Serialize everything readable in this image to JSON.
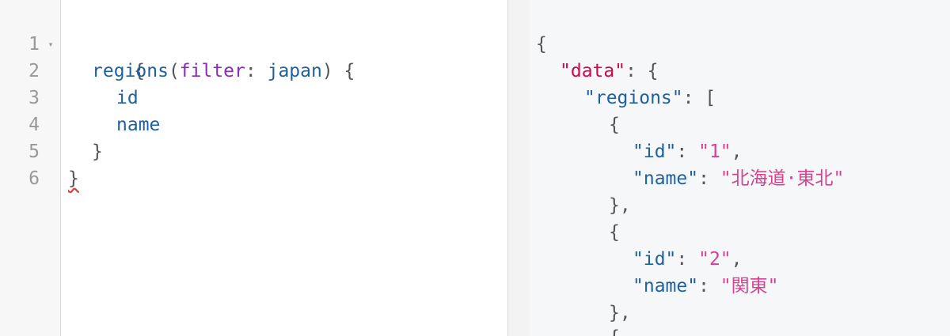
{
  "query_editor": {
    "line_numbers": [
      "1",
      "2",
      "3",
      "4",
      "5",
      "6"
    ],
    "fold_marker": "▾",
    "lines": {
      "open_brace": "{",
      "field_regions": "regions",
      "paren_open": "(",
      "arg_name": "filter",
      "colon": ": ",
      "arg_value": "japan",
      "paren_close_brace": ") {",
      "field_id": "id",
      "field_name": "name",
      "inner_close": "}",
      "outer_close": "}"
    }
  },
  "result_viewer": {
    "fold_marker": "▾",
    "open_brace": "{",
    "data_key": "\"data\"",
    "data_sep": ": {",
    "regions_key": "\"regions\"",
    "regions_sep": ": [",
    "items": [
      {
        "open": "{",
        "id_key": "\"id\"",
        "id_sep": ": ",
        "id_value": "\"1\"",
        "id_comma": ",",
        "name_key": "\"name\"",
        "name_sep": ": ",
        "name_value": "\"北海道·東北\"",
        "close": "},"
      },
      {
        "open": "{",
        "id_key": "\"id\"",
        "id_sep": ": ",
        "id_value": "\"2\"",
        "id_comma": ",",
        "name_key": "\"name\"",
        "name_sep": ": ",
        "name_value": "\"関東\"",
        "close": "},"
      }
    ],
    "next_item_open": "{"
  }
}
